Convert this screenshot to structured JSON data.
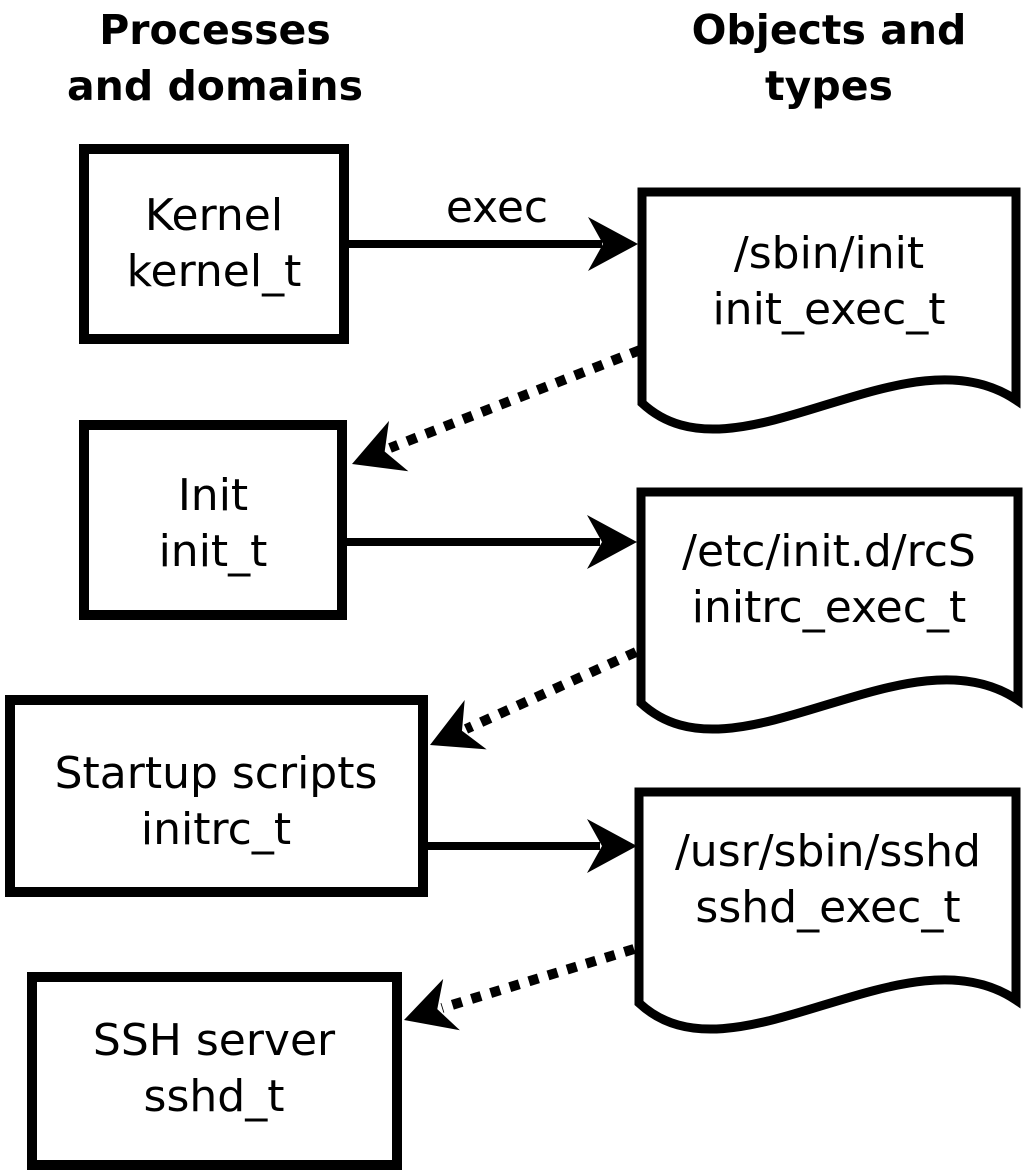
{
  "diagram": {
    "kind": "selinux-domain-transition-flow",
    "colors": {
      "ink": "#000000",
      "background": "#ffffff"
    },
    "column_headers": {
      "left": {
        "line1": "Processes",
        "line2": "and domains"
      },
      "right": {
        "line1": "Objects and",
        "line2": "types"
      }
    },
    "process_nodes": [
      {
        "label": "Kernel",
        "type": "kernel_t"
      },
      {
        "label": "Init",
        "type": "init_t"
      },
      {
        "label": "Startup scripts",
        "type": "initrc_t"
      },
      {
        "label": "SSH server",
        "type": "sshd_t"
      }
    ],
    "object_nodes": [
      {
        "label": "/sbin/init",
        "type": "init_exec_t"
      },
      {
        "label": "/etc/init.d/rcS",
        "type": "initrc_exec_t"
      },
      {
        "label": "/usr/sbin/sshd",
        "type": "sshd_exec_t"
      }
    ],
    "edge_labels": {
      "exec": "exec"
    }
  }
}
